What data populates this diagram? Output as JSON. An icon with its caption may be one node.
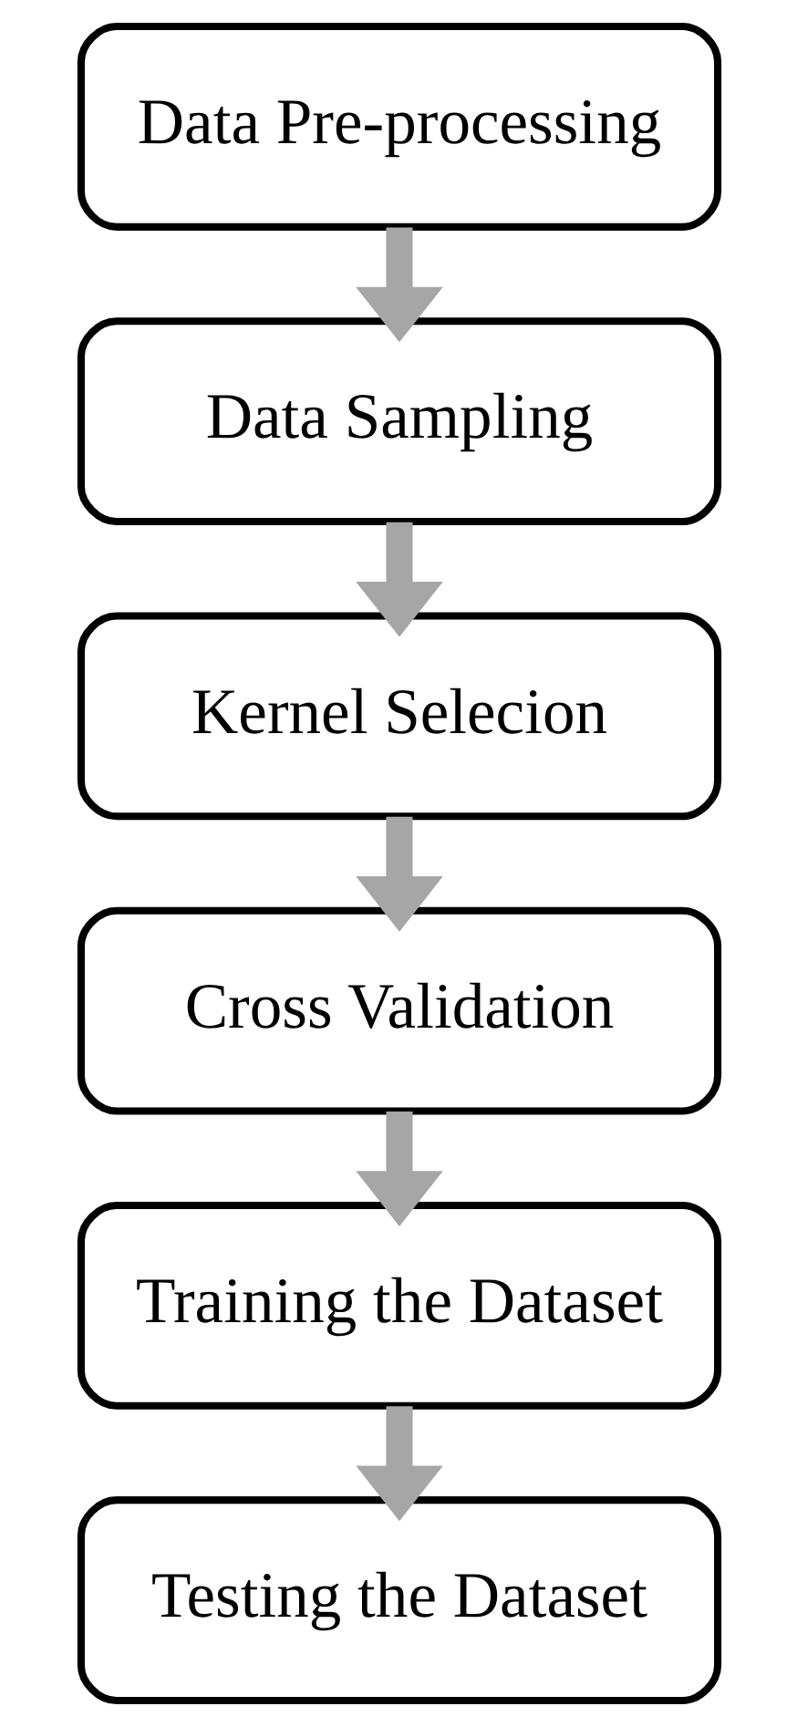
{
  "diagram": {
    "nodes": [
      {
        "text": [
          "Data Pre-processing"
        ]
      },
      {
        "text": [
          "Data Sampling"
        ]
      },
      {
        "text": [
          "Kernel Selecion"
        ]
      },
      {
        "text": [
          "Cross Validation"
        ]
      },
      {
        "text": [
          "Training the Dataset"
        ]
      },
      {
        "text": [
          "Testing the Dataset"
        ]
      }
    ],
    "edges": [
      {
        "from": 0,
        "to": 1,
        "arrow": "to"
      },
      {
        "from": 1,
        "to": 2,
        "arrow": "to"
      },
      {
        "from": 2,
        "to": 3,
        "arrow": "to"
      },
      {
        "from": 3,
        "to": 4,
        "arrow": "to"
      },
      {
        "from": 4,
        "to": 5,
        "arrow": "to"
      }
    ]
  }
}
